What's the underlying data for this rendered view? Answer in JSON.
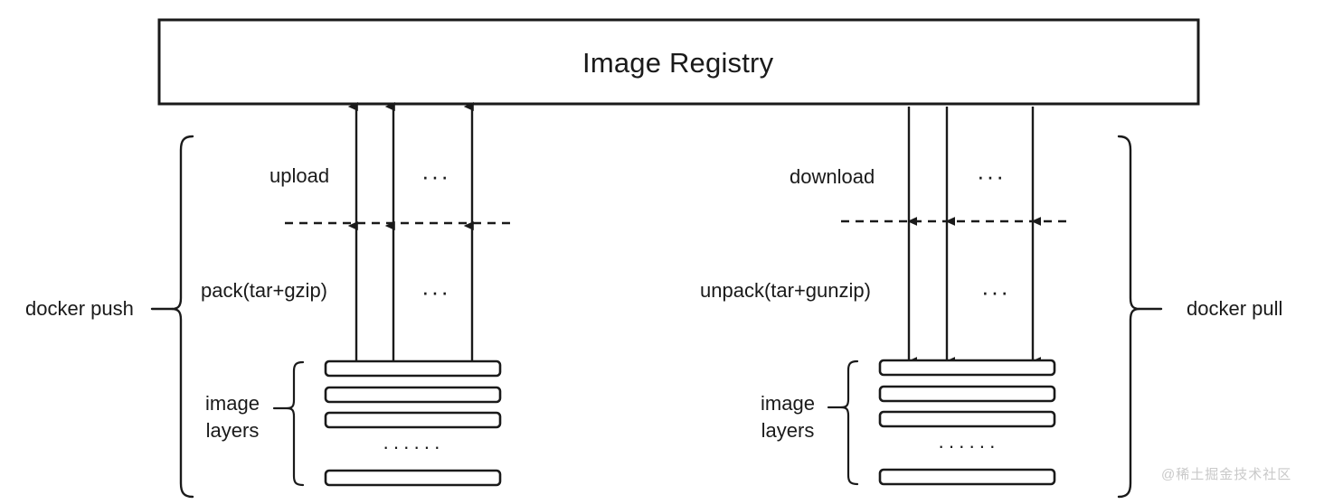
{
  "diagram": {
    "registry": {
      "title": "Image Registry"
    },
    "push_side": {
      "command_label": "docker push",
      "upload_label": "upload",
      "upload_ellipsis": "···",
      "pack_label": "pack(tar+gzip)",
      "pack_ellipsis": "···",
      "layers_label_line1": "image",
      "layers_label_line2": "layers",
      "layers_ellipsis": "······",
      "layer_count": 4,
      "arrow_direction": "up",
      "arrow_count": 3
    },
    "pull_side": {
      "command_label": "docker pull",
      "download_label": "download",
      "download_ellipsis": "···",
      "unpack_label": "unpack(tar+gunzip)",
      "unpack_ellipsis": "···",
      "layers_label_line1": "image",
      "layers_label_line2": "layers",
      "layers_ellipsis": "······",
      "layer_count": 4,
      "arrow_direction": "down",
      "arrow_count": 3
    },
    "watermark": "@稀土掘金技术社区",
    "colors": {
      "stroke": "#1a1a1a",
      "background": "#ffffff",
      "watermark": "#c9c9c9"
    }
  }
}
